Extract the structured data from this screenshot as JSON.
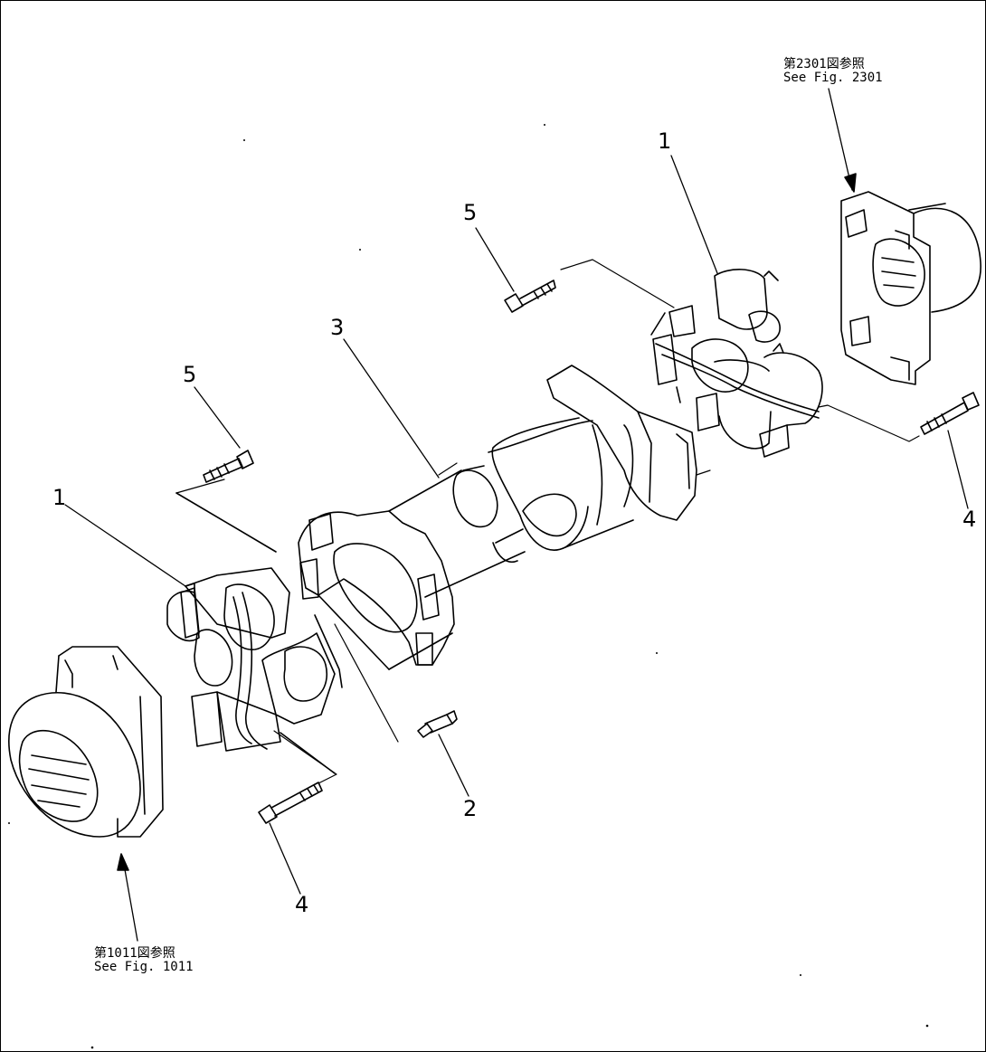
{
  "callouts": {
    "top_right_jp": "第2301図参照",
    "top_right_en": "See Fig. 2301",
    "bottom_left_jp": "第1011図参照",
    "bottom_left_en": "See Fig. 1011"
  },
  "labels": {
    "yoke_top_1": "1",
    "bolt_top_5": "5",
    "tube_3": "3",
    "bolt_left_5": "5",
    "yoke_left_1": "1",
    "fitting_2": "2",
    "bolt_bottom_4": "4",
    "bolt_right_4": "4"
  }
}
